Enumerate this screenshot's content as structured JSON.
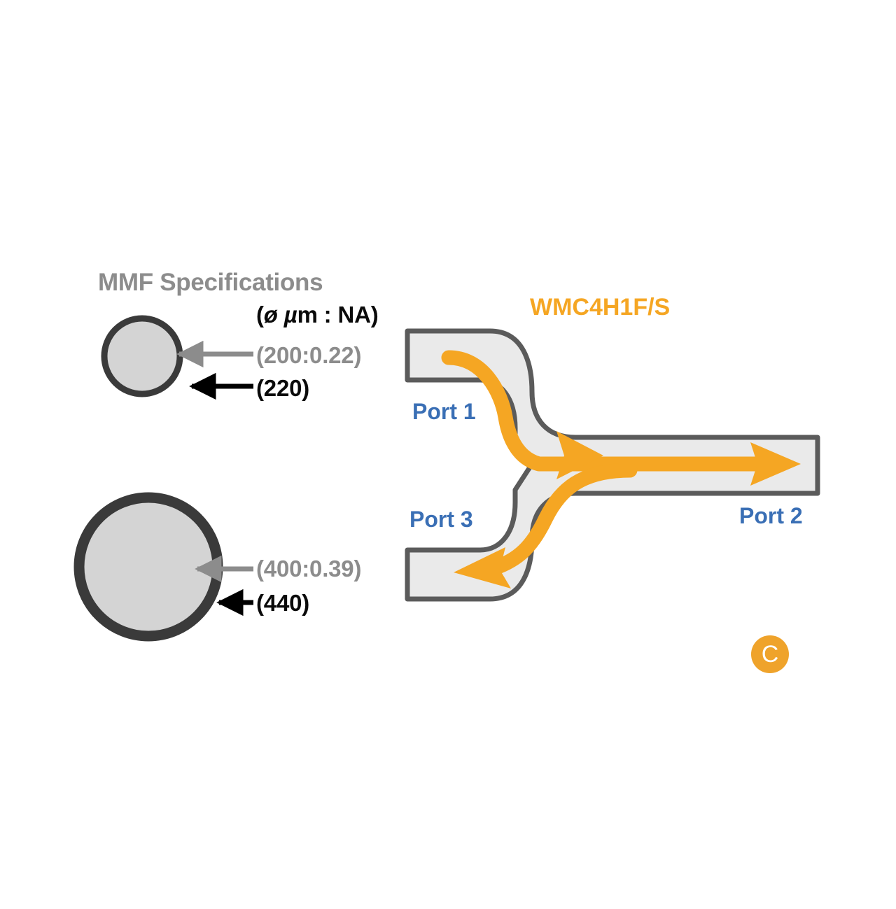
{
  "figure": {
    "panel_letter": "C",
    "device_title": "WMC4H1F/S",
    "mmf": {
      "heading": "MMF Specifications",
      "spec_header": {
        "open_paren": "(",
        "diameter_symbol": "ø",
        "micron_mu": "µ",
        "micron_m": "m",
        "separator": " : ",
        "na": "NA",
        "close_paren": ")",
        "full": "(ø µm : NA)"
      },
      "fibers": [
        {
          "name": "fiber-200",
          "core_label": "(200:0.22)",
          "cladding_label": "(220)",
          "core_diameter_um": 200,
          "numerical_aperture": 0.22,
          "cladding_diameter_um": 220
        },
        {
          "name": "fiber-400",
          "core_label": "(400:0.39)",
          "cladding_label": "(440)",
          "core_diameter_um": 400,
          "numerical_aperture": 0.39,
          "cladding_diameter_um": 440
        }
      ]
    },
    "ports": [
      {
        "id": "port-1",
        "label": "Port 1"
      },
      {
        "id": "port-2",
        "label": "Port 2"
      },
      {
        "id": "port-3",
        "label": "Port 3"
      }
    ],
    "colors": {
      "beam_orange": "#f5a623",
      "badge_orange": "#efa32b",
      "port_label_blue": "#3a6fb5",
      "body_fill": "#eaeaea",
      "body_outline": "#5b5b5b",
      "cladding_dark": "#3a3a3a",
      "core_fill": "#d4d4d4",
      "gray_text": "#8c8c8c",
      "black_text": "#0a0a0a"
    }
  }
}
